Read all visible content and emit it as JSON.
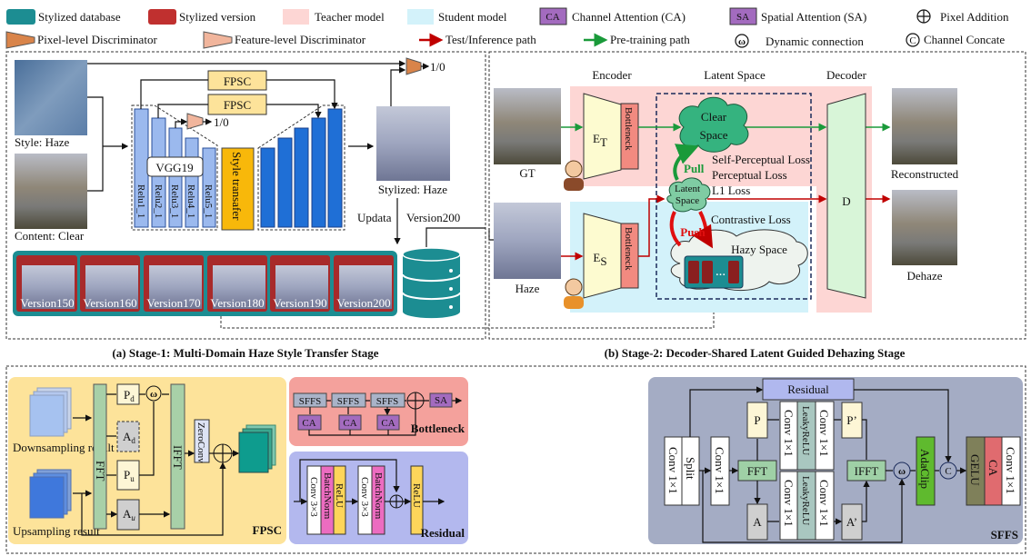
{
  "legend": {
    "stylized_database": "Stylized database",
    "stylized_version": "Stylized version",
    "teacher_model": "Teacher model",
    "student_model": "Student model",
    "ca_abbr": "CA",
    "channel_attention": "Channel Attention (CA)",
    "sa_abbr": "SA",
    "spatial_attention": "Spatial Attention (SA)",
    "pixel_addition": "Pixel Addition",
    "pixel_disc": "Pixel-level Discriminator",
    "feature_disc": "Feature-level Discriminator",
    "test_path": "Test/Inference path",
    "pretrain_path": "Pre-training path",
    "omega": "ω",
    "dynamic_connection": "Dynamic connection",
    "c": "C",
    "channel_concate": "Channel Concate"
  },
  "colors": {
    "teal": "#1c8d92",
    "red": "#c0302f",
    "teacher": "#fdd6d4",
    "student": "#d3f2fa",
    "purple": "#a36bbf",
    "disc_pixel": "#d9844a",
    "disc_feature": "#f1b59c",
    "test_path": "#c00000",
    "pretrain_path": "#1a9a3a"
  },
  "stage1": {
    "caption": "(a) Stage-1: Multi-Domain Haze Style Transfer Stage",
    "style_label": "Style: Haze",
    "content_label": "Content: Clear",
    "fpsc": "FPSC",
    "vgg": "VGG19",
    "relu": [
      "Relu1_1",
      "Relu2_1",
      "Relu3_1",
      "Relu4_1",
      "Relu5_1"
    ],
    "style_transfer": "Style transafer",
    "disc_out": "1/0",
    "stylized_label": "Stylized: Haze",
    "updata": "Updata",
    "version_top": "Version200",
    "versions": [
      "Version150",
      "Version160",
      "Version170",
      "Version180",
      "Version190",
      "Version200"
    ]
  },
  "stage2": {
    "caption": "(b) Stage-2: Decoder-Shared Latent Guided Dehazing Stage",
    "encoder": "Encoder",
    "latent_space": "Latent Space",
    "decoder": "Decoder",
    "gt": "GT",
    "haze": "Haze",
    "e": "E",
    "t_sub": "T",
    "s_sub": "S",
    "bottleneck": "Bottleneck",
    "clear1": "Clear",
    "clear2": "Space",
    "latent1": "Latent",
    "latent2": "Space",
    "hazy": "Hazy Space",
    "pull": "Pull",
    "push": "Push",
    "loss_self": "Self-Perceptual Loss",
    "loss_perc": "Perceptual Loss",
    "loss_l1": "L1 Loss",
    "loss_contrast": "Contrastive Loss",
    "d": "D",
    "reconstructed": "Reconstructed",
    "dehaze": "Dehaze"
  },
  "fpsc": {
    "down": "Downsampling result",
    "up": "Upsampling result",
    "fft": "FFT",
    "ifft": "IFFT",
    "p": "P",
    "a": "A",
    "d": "d",
    "u": "u",
    "omega": "ω",
    "zeroconv": "ZeroConv",
    "title": "FPSC"
  },
  "bottleneck": {
    "sffs": "SFFS",
    "ca": "CA",
    "sa": "SA",
    "title": "Bottleneck"
  },
  "residual": {
    "conv": "Conv 3×3",
    "bn": "BatchNorm",
    "relu": "ReLU",
    "title": "Residual"
  },
  "sffs": {
    "conv": "Conv 1×1",
    "split": "Split",
    "fft": "FFT",
    "ifft": "IFFT",
    "p": "P",
    "p2": "P’",
    "a": "A",
    "a2": "A’",
    "lrelu": "LeakyReLU",
    "residual": "Residual",
    "omega": "ω",
    "adaclip": "AdaClip",
    "c": "C",
    "gelu": "GELU",
    "ca": "CA",
    "title": "SFFS"
  }
}
